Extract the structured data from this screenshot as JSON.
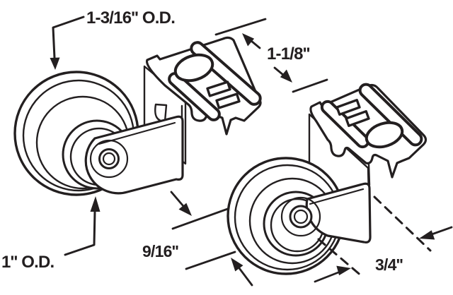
{
  "figure": {
    "background_color": "#ffffff",
    "line_color": "#231f20",
    "subject": "two drawer-track roller assemblies, technical line drawing with dimensions",
    "labels": {
      "wheel_large_od": "1-3/16'' O.D.",
      "bracket_width": "1-1/8''",
      "wheel_small_od": "1'' O.D.",
      "offset_width": "9/16''",
      "base_width": "3/4''"
    }
  }
}
